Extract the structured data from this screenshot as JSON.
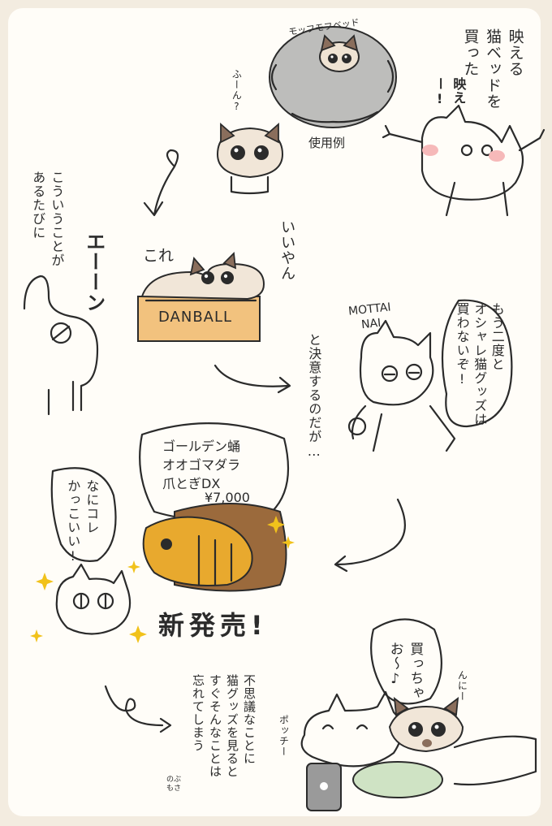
{
  "panel1": {
    "narration": "映える\n猫ベッドを\n買った",
    "bed_label": "モッフモフベッド",
    "example_label": "使用例",
    "shout": "映えー!",
    "cat_reaction": "ふーん?"
  },
  "panel2": {
    "narration": "こういうことが\nあるたびに",
    "sfx": "エーーン",
    "this_label": "これ",
    "box_text": "DANBALL",
    "cat_comment": "いいやん"
  },
  "panel3": {
    "mottainai": "MOTTAI\nNAI",
    "vow": "もう二度と\nオシャレ猫グッズは\n買わないぞ!",
    "narration": "と決意するのだが…"
  },
  "panel4": {
    "product_name": "ゴールデン蛹\nオオゴマダラ\n爪とぎDX",
    "price": "¥7,000",
    "reaction": "なにコレ\nかっこいい!",
    "release": "新発売!"
  },
  "panel5": {
    "narration": "不思議なことに\n猫グッズを見ると\nすぐそんなことは\n忘れてしまう",
    "sfx_tap": "ポッチー",
    "speech": "買っちゃ\nお〜♪",
    "cat_sound": "んにー",
    "signature": "のぶ\nもさ"
  },
  "colors": {
    "background": "#f3ece0",
    "card": "#fffdf8",
    "bed_gray": "#bdbdbb",
    "box_orange": "#f2c27e",
    "scratcher_gold": "#e8a92e",
    "scratcher_brown": "#9b6a3c",
    "sparkle": "#f1c21b",
    "cheek_pink": "#f6b9b9",
    "pillow_green": "#cfe3c4",
    "phone_gray": "#9a9a9a"
  }
}
